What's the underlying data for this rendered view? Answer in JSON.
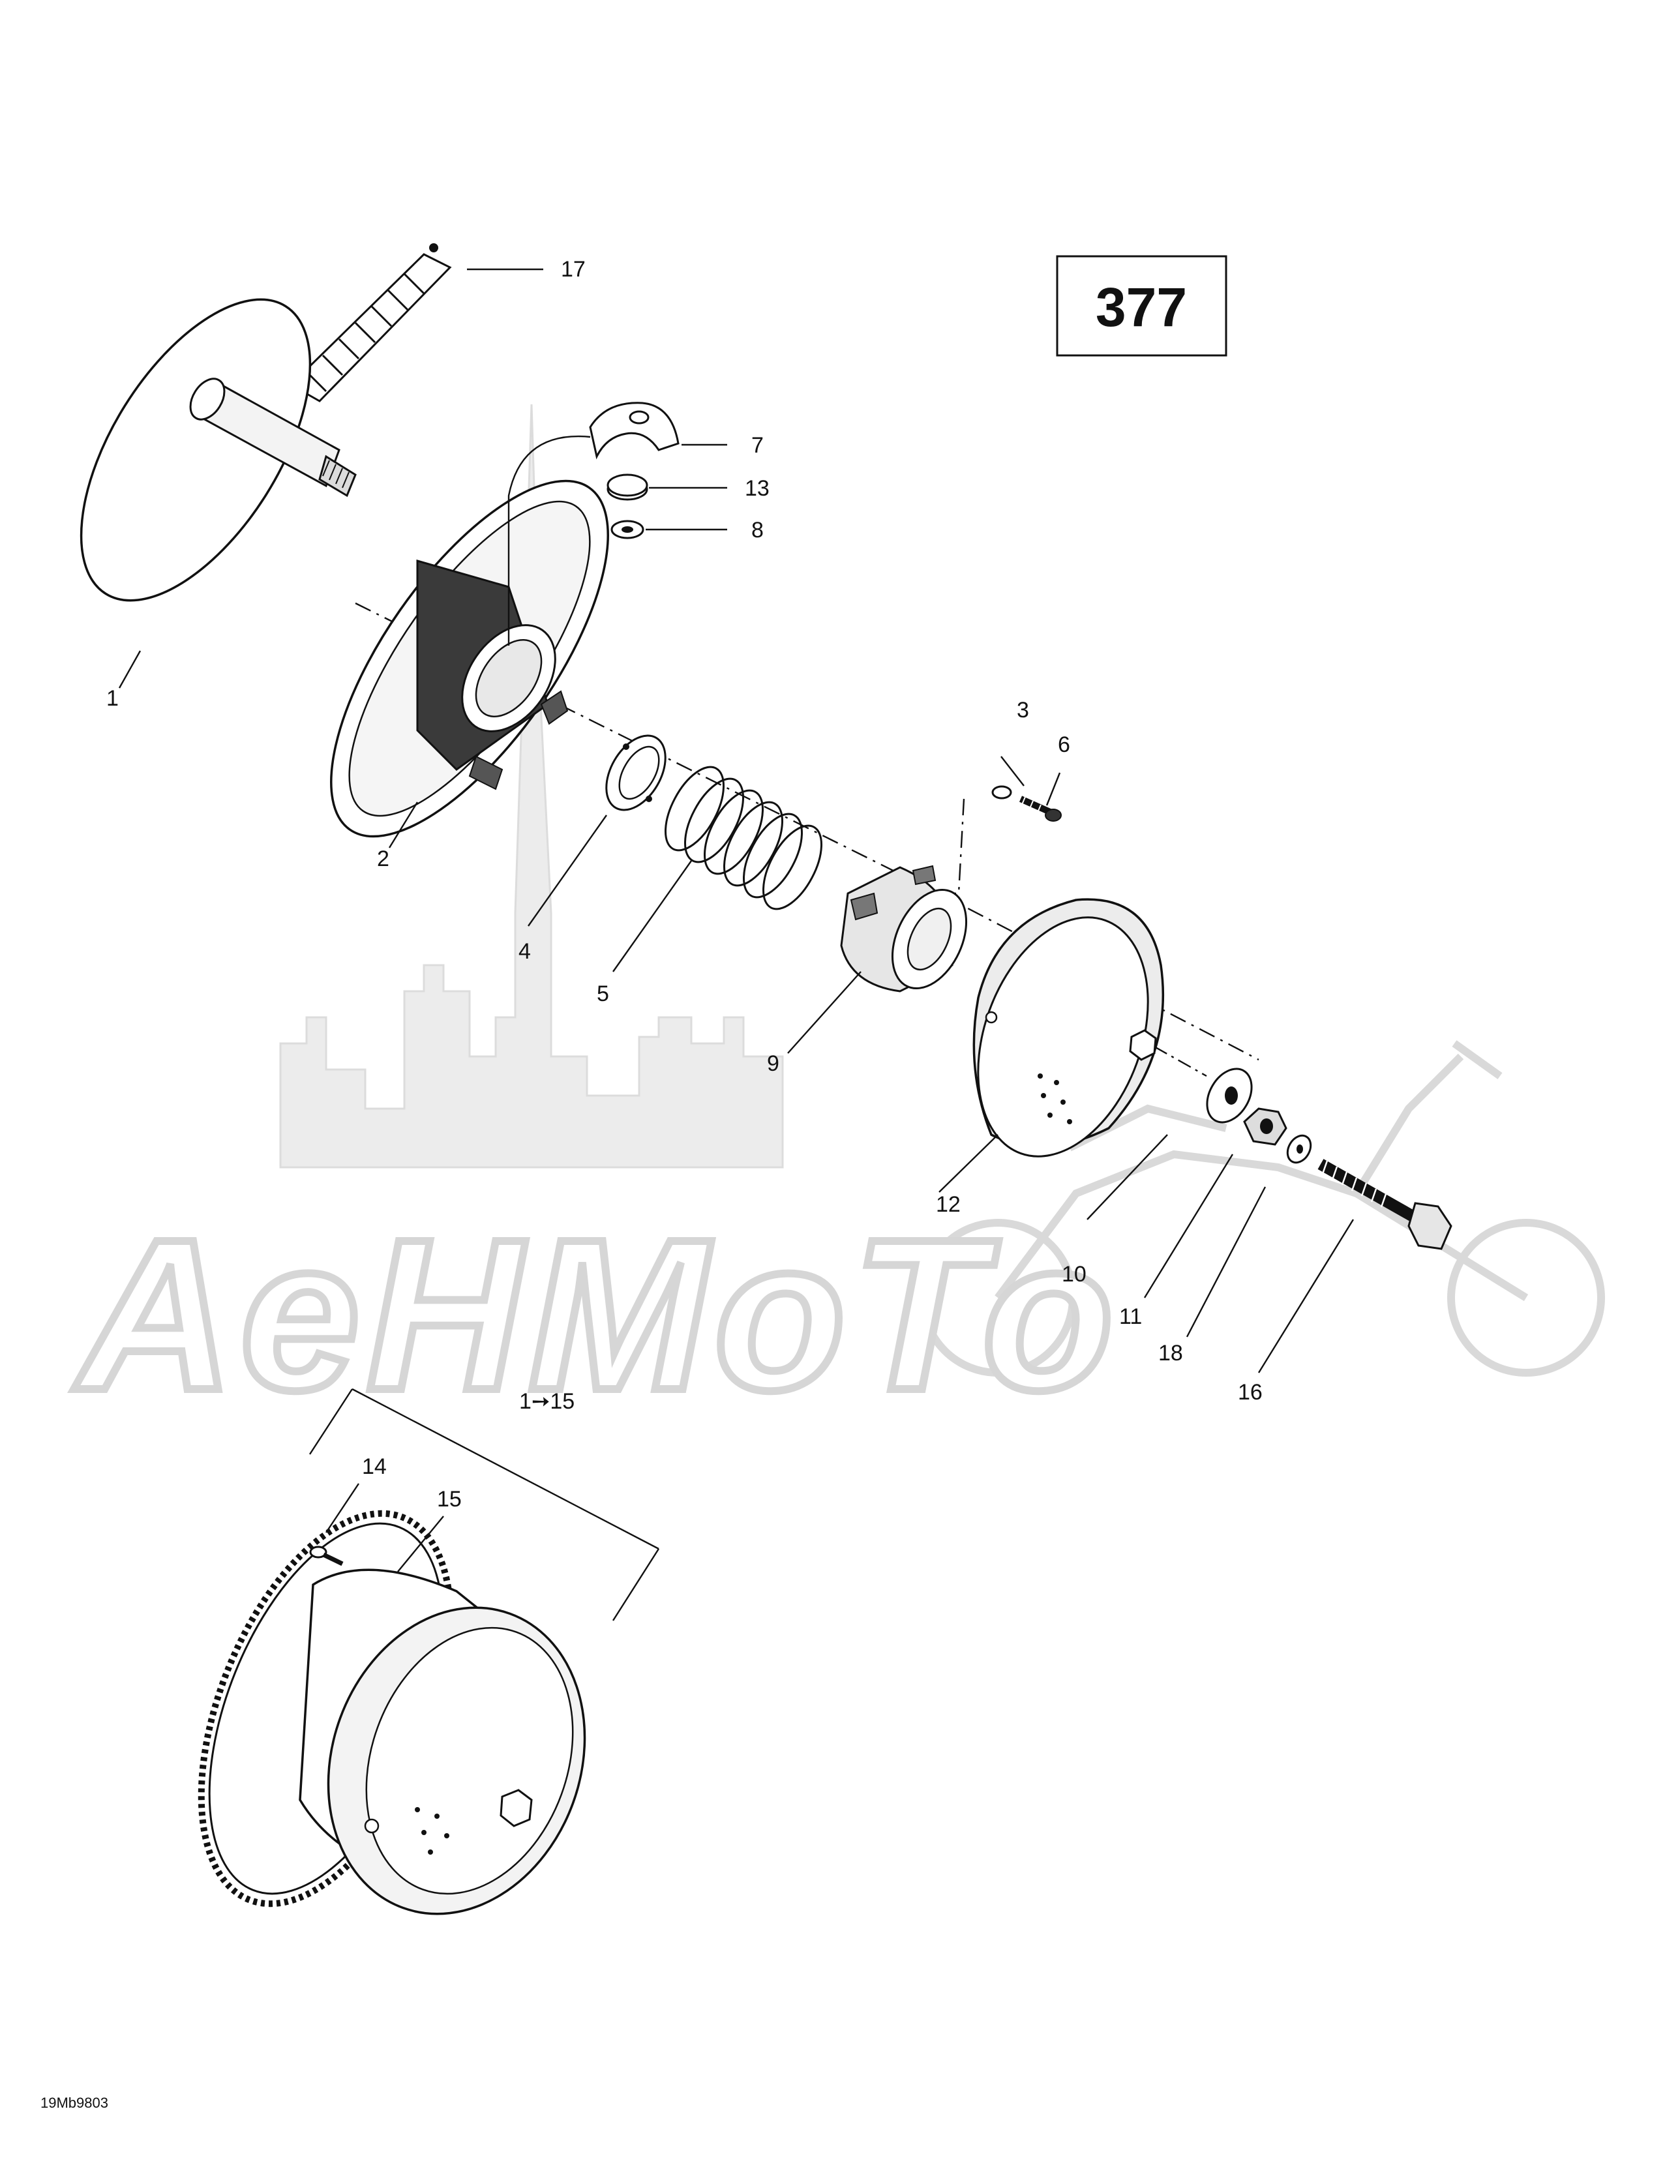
{
  "page_number": "377",
  "watermark": "AeHMoTo",
  "drawing_reference": "19Mb9803",
  "group_label": "1➙15",
  "callouts": {
    "c1": "1",
    "c2": "2",
    "c3": "3",
    "c4": "4",
    "c5": "5",
    "c6": "6",
    "c7": "7",
    "c8": "8",
    "c9": "9",
    "c10": "10",
    "c11": "11",
    "c12": "12",
    "c13": "13",
    "c14": "14",
    "c15": "15",
    "c16": "16",
    "c17": "17",
    "c18": "18"
  }
}
